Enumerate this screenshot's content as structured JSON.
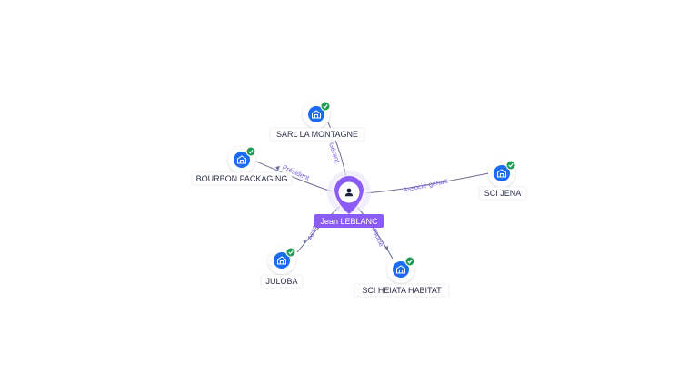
{
  "center": {
    "name": "Jean LEBLANC",
    "icon": "person-icon",
    "color": "#8a5cf5"
  },
  "companies": [
    {
      "id": "sarl-la-montagne",
      "name": "SARL LA MONTAGNE",
      "icon": "building-icon",
      "status": "verified-check-icon"
    },
    {
      "id": "bourbon-packaging",
      "name": "BOURBON PACKAGING",
      "icon": "building-icon",
      "status": "verified-check-icon"
    },
    {
      "id": "sci-jena",
      "name": "SCI JENA",
      "icon": "building-icon",
      "status": "verified-check-icon"
    },
    {
      "id": "juloba",
      "name": "JULOBA",
      "icon": "building-icon",
      "status": "verified-check-icon"
    },
    {
      "id": "sci-heiata-habitat",
      "name": "SCI HEIATA HABITAT",
      "icon": "building-icon",
      "status": "verified-check-icon"
    }
  ],
  "edges": [
    {
      "target": "sarl-la-montagne",
      "label": "Gérant"
    },
    {
      "target": "bourbon-packaging",
      "label": "Président"
    },
    {
      "target": "sci-jena",
      "label": "Associé-gérant"
    },
    {
      "target": "juloba",
      "label": "Associé"
    },
    {
      "target": "sci-heiata-habitat",
      "label": "Associé"
    }
  ],
  "colors": {
    "company_icon": "#1a6cf0",
    "verified_badge": "#1f9d55",
    "edge": "#6b6f93",
    "edge_label": "#7b61e8"
  }
}
